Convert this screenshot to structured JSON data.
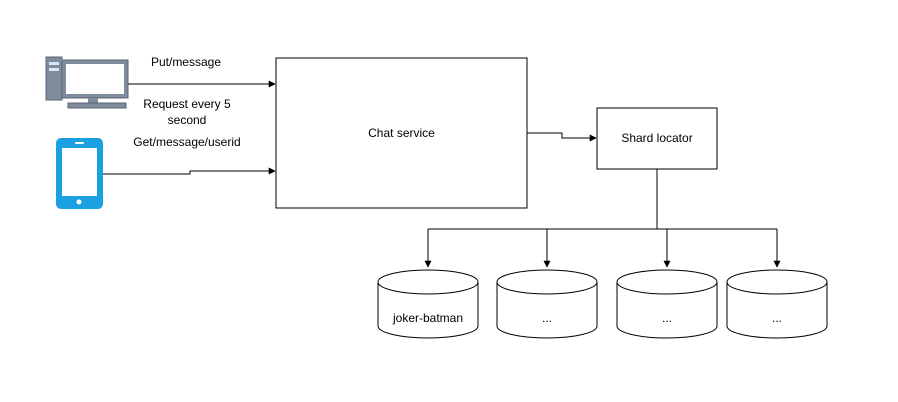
{
  "diagram": {
    "chat_service": "Chat service",
    "shard_locator": "Shard locator",
    "edges": {
      "put": "Put/message",
      "request_line1": "Request every 5",
      "request_line2": "second",
      "get": "Get/message/userid"
    },
    "databases": [
      {
        "label": "joker-batman"
      },
      {
        "label": "..."
      },
      {
        "label": "..."
      },
      {
        "label": "..."
      }
    ],
    "icons": [
      "desktop-computer-icon",
      "mobile-phone-icon"
    ],
    "colors": {
      "desktop_frame": "#7f8c9d",
      "desktop_screen": "#d6e6f6",
      "phone_body": "#1ba1e2",
      "stroke": "#000000"
    }
  }
}
